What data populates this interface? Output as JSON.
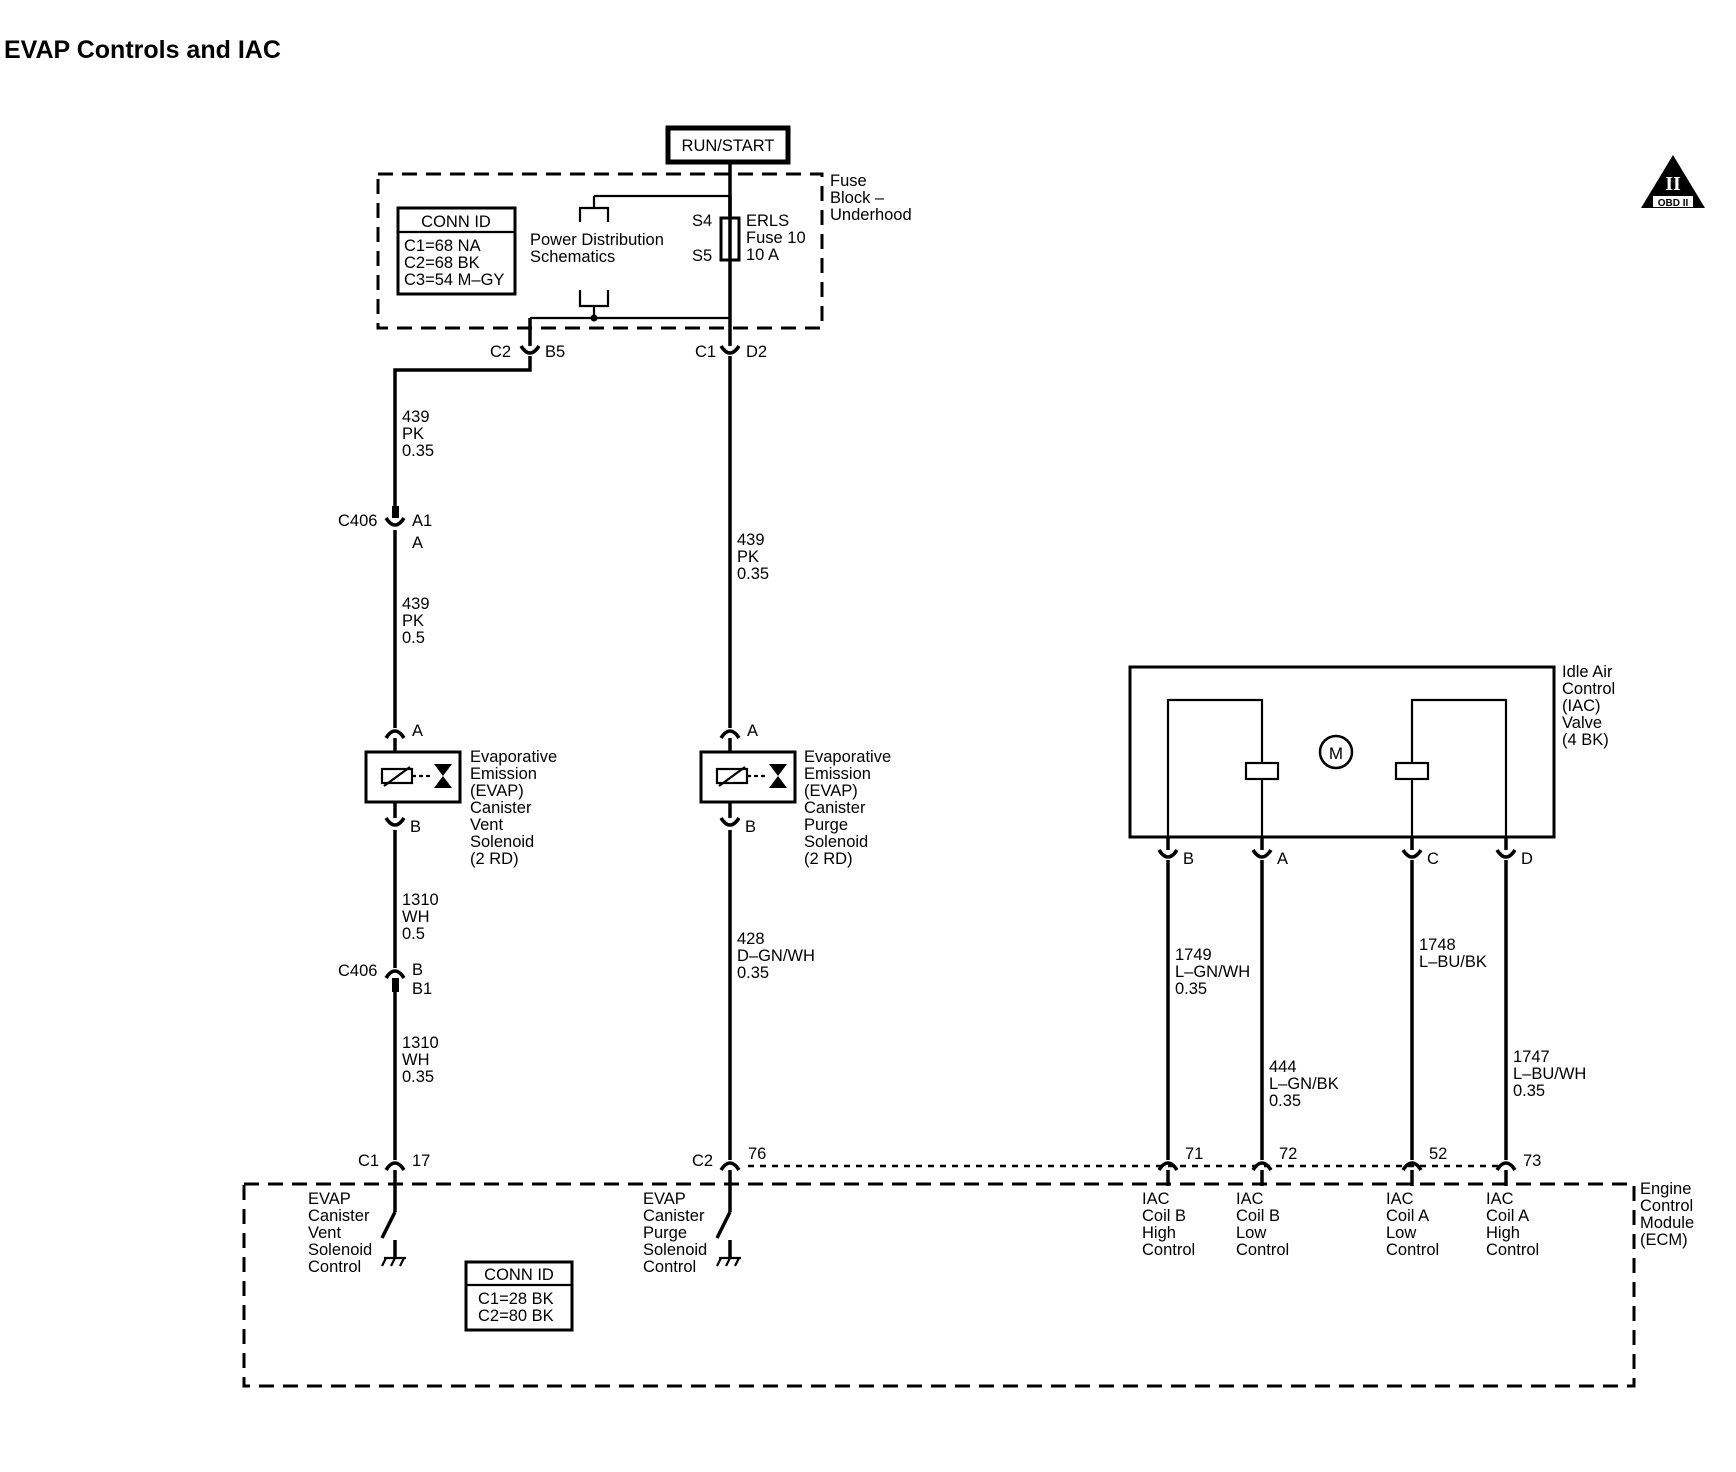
{
  "title": "EVAP Controls and IAC",
  "obd_badge": {
    "numeral": "II",
    "text": "OBD II"
  },
  "run_start": "RUN/START",
  "fuse_block": {
    "label_lines": [
      "Fuse",
      "Block –",
      "Underhood"
    ],
    "conn_id": {
      "title": "CONN ID",
      "lines": [
        "C1=68 NA",
        "C2=68 BK",
        "C3=54 M–GY"
      ]
    },
    "power_distribution": [
      "Power Distribution",
      "Schematics"
    ],
    "splice_top": "S4",
    "splice_bottom": "S5",
    "fuse_lines": [
      "ERLS",
      "Fuse 10",
      "10 A"
    ],
    "left_connector": {
      "conn": "C2",
      "pin": "B5"
    },
    "right_connector": {
      "conn": "C1",
      "pin": "D2"
    }
  },
  "circuits": {
    "vent_upper": [
      "439",
      "PK",
      "0.35"
    ],
    "c406_upper": {
      "conn": "C406",
      "pin_top": "A1",
      "pin_bottom": "A"
    },
    "vent_mid": [
      "439",
      "PK",
      "0.5"
    ],
    "vent_lower": [
      "1310",
      "WH",
      "0.5"
    ],
    "c406_lower": {
      "conn": "C406",
      "pin_top": "B",
      "pin_bottom": "B1"
    },
    "vent_bottom": [
      "1310",
      "WH",
      "0.35"
    ],
    "purge_upper": [
      "439",
      "PK",
      "0.35"
    ],
    "purge_lower": [
      "428",
      "D–GN/WH",
      "0.35"
    ],
    "iac_b": [
      "1749",
      "L–GN/WH",
      "0.35"
    ],
    "iac_a": [
      "444",
      "L–GN/BK",
      "0.35"
    ],
    "iac_c": [
      "1748",
      "L–BU/BK"
    ],
    "iac_d": [
      "1747",
      "L–BU/WH",
      "0.35"
    ]
  },
  "vent_solenoid": {
    "pin_top": "A",
    "pin_bottom": "B",
    "label_lines": [
      "Evaporative",
      "Emission",
      "(EVAP)",
      "Canister",
      "Vent",
      "Solenoid",
      "(2 RD)"
    ]
  },
  "purge_solenoid": {
    "pin_top": "A",
    "pin_bottom": "B",
    "label_lines": [
      "Evaporative",
      "Emission",
      "(EVAP)",
      "Canister",
      "Purge",
      "Solenoid",
      "(2 RD)"
    ]
  },
  "iac_valve": {
    "label_lines": [
      "Idle Air",
      "Control",
      "(IAC)",
      "Valve",
      "(4 BK)"
    ],
    "motor": "M",
    "pins": [
      "B",
      "A",
      "C",
      "D"
    ]
  },
  "ecm": {
    "label_lines": [
      "Engine",
      "Control",
      "Module",
      "(ECM)"
    ],
    "conn_id": {
      "title": "CONN ID",
      "lines": [
        "C1=28 BK",
        "C2=80 BK"
      ]
    },
    "vent_pin": {
      "conn": "C1",
      "pin": "17"
    },
    "purge_pin": {
      "conn": "C2",
      "pin": "76"
    },
    "iac_pins": [
      "71",
      "72",
      "52",
      "73"
    ],
    "vent_control": [
      "EVAP",
      "Canister",
      "Vent",
      "Solenoid",
      "Control"
    ],
    "purge_control": [
      "EVAP",
      "Canister",
      "Purge",
      "Solenoid",
      "Control"
    ],
    "iac_controls": [
      [
        "IAC",
        "Coil B",
        "High",
        "Control"
      ],
      [
        "IAC",
        "Coil B",
        "Low",
        "Control"
      ],
      [
        "IAC",
        "Coil A",
        "Low",
        "Control"
      ],
      [
        "IAC",
        "Coil A",
        "High",
        "Control"
      ]
    ]
  }
}
